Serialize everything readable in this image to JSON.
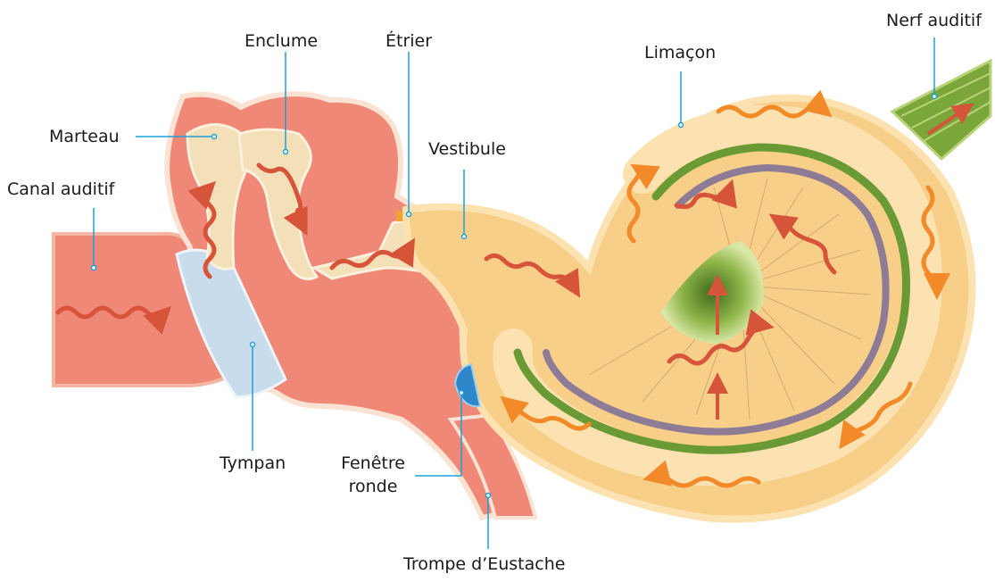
{
  "labels": {
    "canal": "Canal auditif",
    "marteau": "Marteau",
    "enclume": "Enclume",
    "etrier": "Étrier",
    "vestibule": "Vestibule",
    "limacon": "Limaçon",
    "nerf": "Nerf auditif",
    "tympan": "Tympan",
    "fenetre_line1": "Fenêtre",
    "fenetre_line2": "ronde",
    "trompe": "Trompe d’Eustache"
  },
  "colors": {
    "leader": "#1e9fd8",
    "tissue": "#f08878",
    "tissue_light": "#f6b4a2",
    "tissue_edge": "#fbe3d4",
    "cochlea": "#f7cf88",
    "cochlea_light": "#fbe2b0",
    "membrane_green": "#6a9a35",
    "membrane_purple": "#8e7b96",
    "arrow_red": "#d6553a",
    "arrow_orange": "#f28a2a",
    "bone": "#f3dfb8",
    "eardrum": "#c8dcec",
    "round_window": "#2f86c8"
  }
}
